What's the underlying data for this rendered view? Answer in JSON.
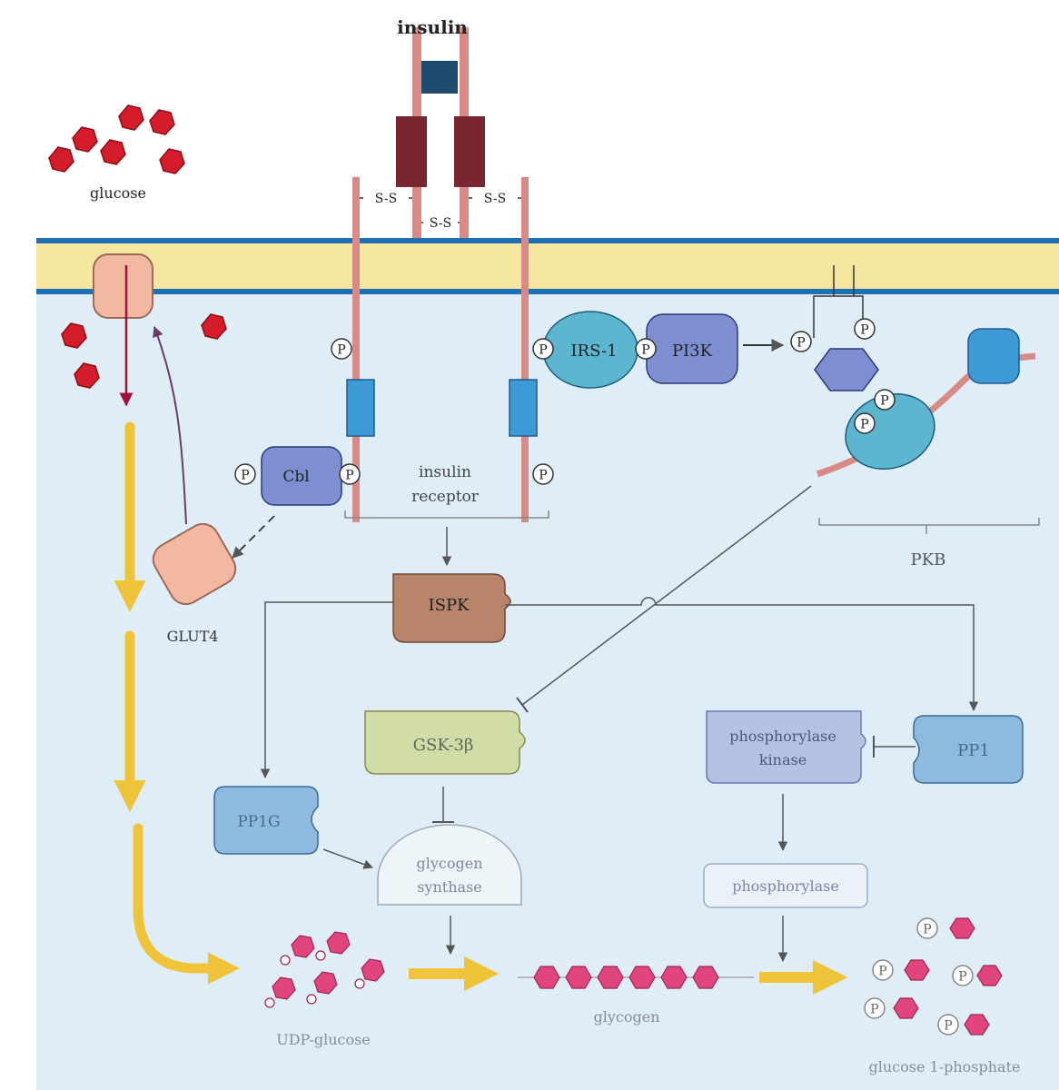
{
  "labels": {
    "insulin": "insulin",
    "glucose": "glucose",
    "ss_left": "S-S",
    "ss_right": "S-S",
    "ss_center": "S-S",
    "irs1": "IRS-1",
    "pi3k": "PI3K",
    "cbl": "Cbl",
    "receptor_line1": "insulin",
    "receptor_line2": "receptor",
    "glut4": "GLUT4",
    "ispk": "ISPK",
    "pkb": "PKB",
    "gsk3b": "GSK-3β",
    "phosphorylase_kinase_line1": "phosphorylase",
    "phosphorylase_kinase_line2": "kinase",
    "pp1": "PP1",
    "pp1g": "PP1G",
    "glycogen_synthase_line1": "glycogen",
    "glycogen_synthase_line2": "synthase",
    "phosphorylase": "phosphorylase",
    "udp_glucose": "UDP-glucose",
    "glycogen": "glycogen",
    "glucose_1_phosphate": "glucose 1-phosphate",
    "phosphate": "P"
  },
  "colors": {
    "cytoplasm": "#dfeef6",
    "lipid_core": "#f5e6a0",
    "membrane_line": "#1e6fb5",
    "glucose_red": "#d41c2a",
    "udp_pink": "#e0457e",
    "receptor_maroon": "#7a2631",
    "insulin_blue": "#1e4a6e",
    "domain_blue": "#3e9ad6",
    "strand_pink": "#d88a86",
    "irs_teal": "#5db6cf",
    "pi3k_purple": "#7d8fd0",
    "ispk_brown": "#b8846a",
    "glut4_peach": "#f0b9a0",
    "gsk_green": "#d2dca6",
    "pp_blue": "#8ebadf",
    "flow_arrow": "#f0c43a"
  }
}
